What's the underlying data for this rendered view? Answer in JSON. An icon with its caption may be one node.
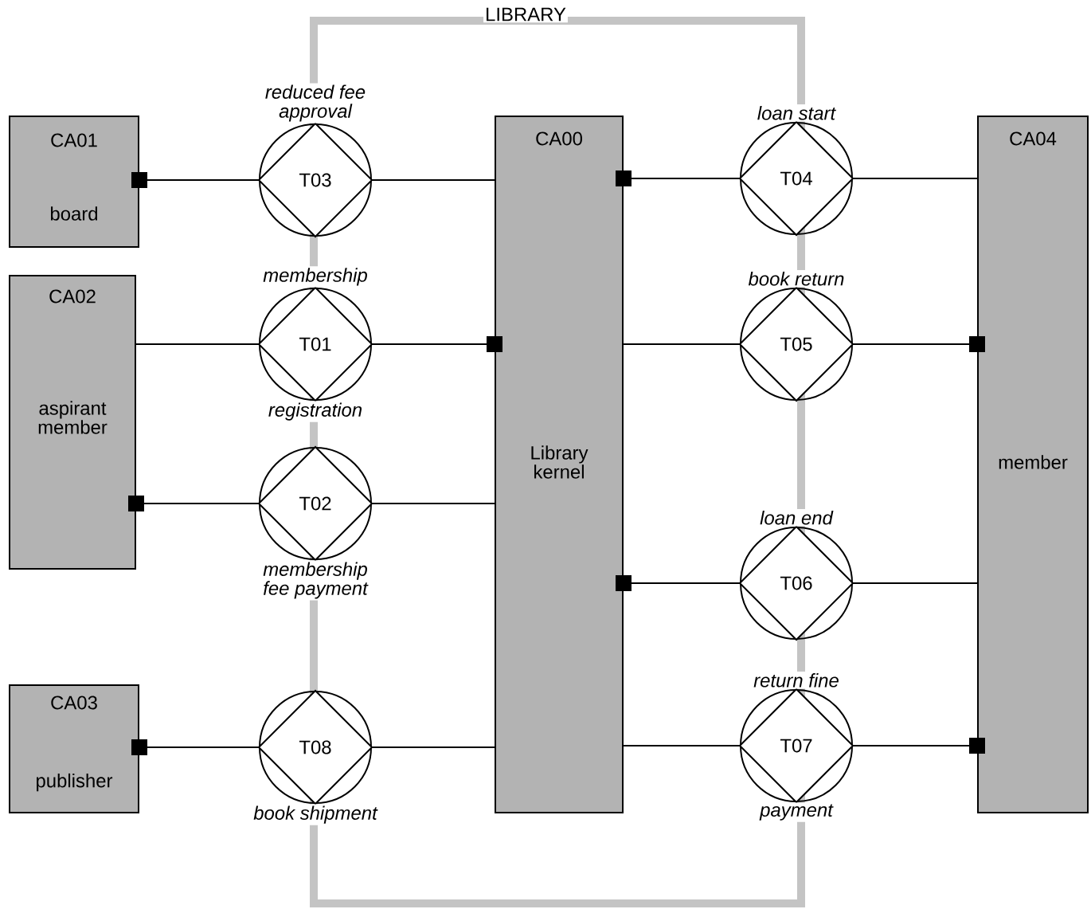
{
  "diagram": {
    "nodes": [
      {
        "text": [
          "LIBRARY"
        ]
      },
      {
        "text": [
          "CA01",
          "board"
        ]
      },
      {
        "text": [
          "CA02",
          "aspirant member"
        ]
      },
      {
        "text": [
          "CA03",
          "publisher"
        ]
      },
      {
        "text": [
          "CA00",
          "Library kernel"
        ],
        "in": 0
      },
      {
        "text": [
          "CA04",
          "member"
        ]
      },
      {
        "text": [
          "T03"
        ],
        "beside": [
          "reduced fee approval"
        ]
      },
      {
        "text": [
          "T01"
        ],
        "beside": [
          "membership",
          "registration"
        ]
      },
      {
        "text": [
          "T02"
        ],
        "beside": [
          "membership fee payment"
        ]
      },
      {
        "text": [
          "T08"
        ],
        "beside": [
          "book shipment"
        ]
      },
      {
        "text": [
          "T04"
        ],
        "beside": [
          "loan start"
        ]
      },
      {
        "text": [
          "T05"
        ],
        "beside": [
          "book return"
        ]
      },
      {
        "text": [
          "T06"
        ],
        "beside": [
          "loan end"
        ]
      },
      {
        "text": [
          "T07"
        ],
        "beside": [
          "return fine",
          "payment"
        ]
      }
    ],
    "edges": [
      {
        "from": 1,
        "to": 6,
        "arrow": "other"
      },
      {
        "from": 6,
        "to": 4,
        "arrow": "none"
      },
      {
        "from": 2,
        "to": 7,
        "arrow": "none"
      },
      {
        "from": 4,
        "to": 7,
        "arrow": "other"
      },
      {
        "from": 2,
        "to": 8,
        "arrow": "other"
      },
      {
        "from": 8,
        "to": 4,
        "arrow": "none"
      },
      {
        "from": 3,
        "to": 9,
        "arrow": "other"
      },
      {
        "from": 9,
        "to": 4,
        "arrow": "none"
      },
      {
        "from": 4,
        "to": 10,
        "arrow": "other"
      },
      {
        "from": 10,
        "to": 5,
        "arrow": "none"
      },
      {
        "from": 4,
        "to": 11,
        "arrow": "none"
      },
      {
        "from": 5,
        "to": 11,
        "arrow": "other"
      },
      {
        "from": 4,
        "to": 12,
        "arrow": "other"
      },
      {
        "from": 12,
        "to": 5,
        "arrow": "none"
      },
      {
        "from": 4,
        "to": 13,
        "arrow": "none"
      },
      {
        "from": 5,
        "to": 13,
        "arrow": "other"
      }
    ]
  }
}
